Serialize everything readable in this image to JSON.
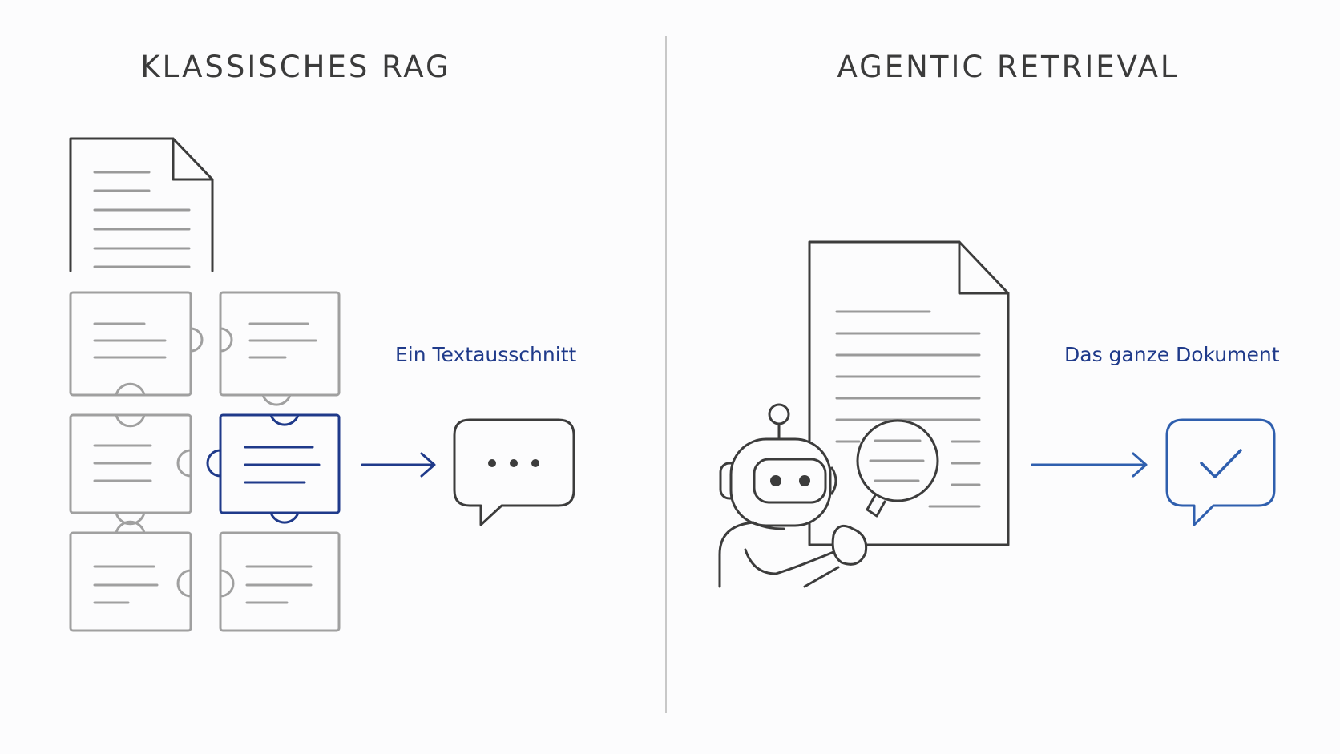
{
  "left_panel": {
    "title": "KLASSISCHES RAG",
    "result_label": "Ein Textausschnitt"
  },
  "right_panel": {
    "title": "AGENTIC RETRIEVAL",
    "result_label": "Das ganze Dokument"
  },
  "colors": {
    "dark_stroke": "#3c3c3c",
    "gray_stroke": "#9a9a9a",
    "accent_navy": "#1f3a8a",
    "accent_blue": "#2f5fae"
  }
}
